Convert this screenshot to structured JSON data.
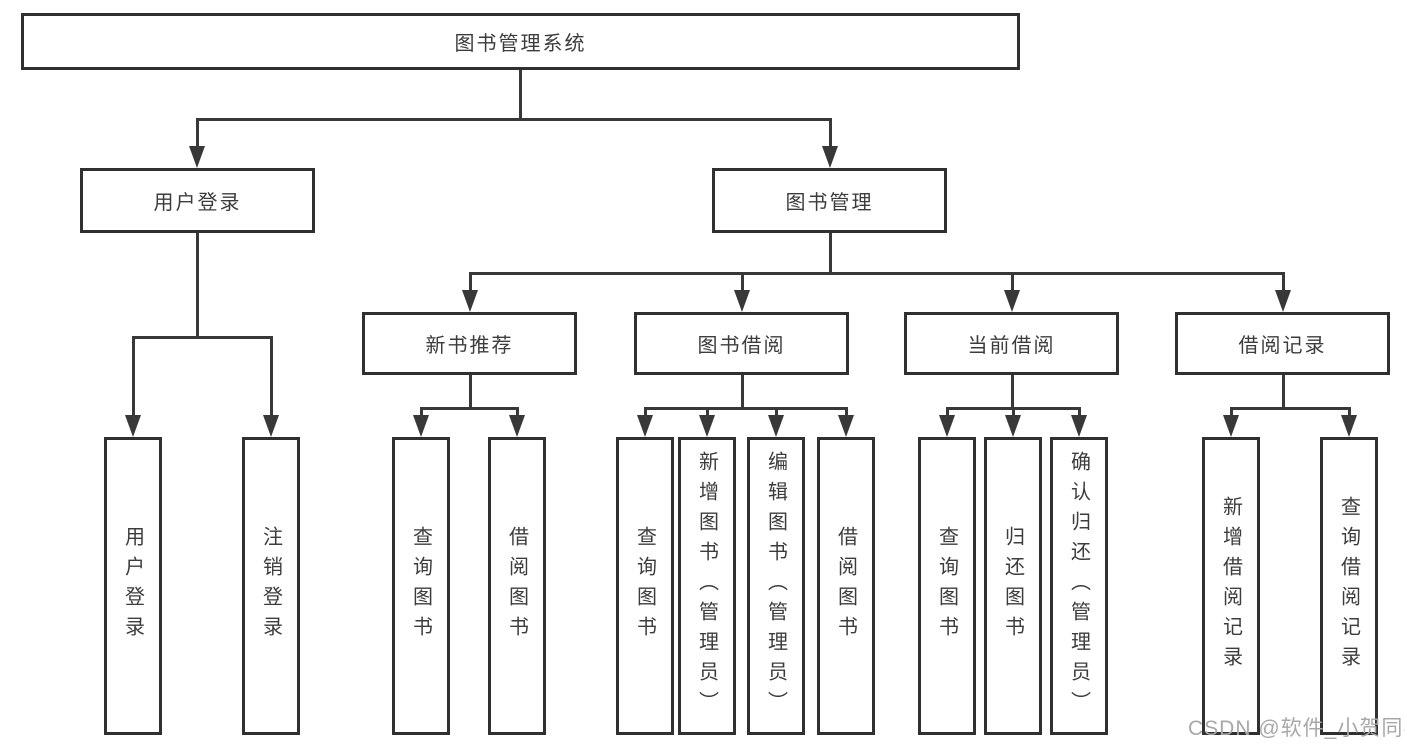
{
  "nodes": {
    "root": "图书管理系统",
    "user_login": "用户登录",
    "book_management": "图书管理",
    "new_book_recommend": "新书推荐",
    "book_borrowing": "图书借阅",
    "current_borrowing": "当前借阅",
    "borrowing_records": "借阅记录",
    "leaf_user_login": "用户登录",
    "leaf_logout": "注销登录",
    "leaf_nbr_query_book": "查询图书",
    "leaf_nbr_borrow_book": "借阅图书",
    "leaf_bb_query_book": "查询图书",
    "leaf_bb_add_book": "新增图书（管理员）",
    "leaf_bb_edit_book": "编辑图书（管理员）",
    "leaf_bb_borrow_book": "借阅图书",
    "leaf_cb_query_book": "查询图书",
    "leaf_cb_return_book": "归还图书",
    "leaf_cb_confirm_return": "确认归还（管理员）",
    "leaf_br_add_record": "新增借阅记录",
    "leaf_br_query_record": "查询借阅记录"
  },
  "watermark": "CSDN @软件_小贺同学",
  "colors": {
    "line": "#383838",
    "border": "#303030",
    "text": "#3c3c3c",
    "watermark": "#a8a8a8",
    "background": "#ffffff"
  }
}
